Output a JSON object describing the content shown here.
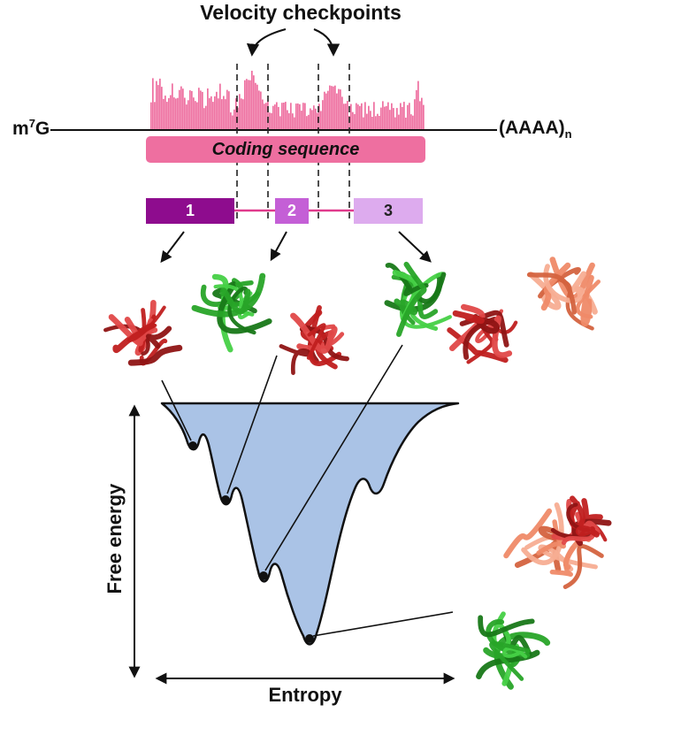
{
  "title": "Velocity checkpoints",
  "mrna": {
    "cap": {
      "base": "m",
      "sup": "7",
      "tail": "G"
    },
    "polya": {
      "base": "(AAAA)",
      "sub": "n"
    },
    "coding_label": "Coding sequence"
  },
  "segments": [
    {
      "label": "1",
      "color": "#8e0c8e"
    },
    {
      "label": "2",
      "color": "#c45fd6"
    },
    {
      "label": "3",
      "color": "#ddabee"
    }
  ],
  "funnel": {
    "y_axis_label": "Free energy",
    "x_axis_label": "Entropy",
    "minima_count": 4
  },
  "colors": {
    "histogram": "#ee6fa0",
    "coding_bar": "#ee6fa0",
    "segment_link": "#e03a8c",
    "funnel_fill": "#aac3e6",
    "outline": "#111111",
    "protein_red": "#c01f1f",
    "protein_green": "#28a428",
    "protein_salmon": "#ef8a68"
  }
}
